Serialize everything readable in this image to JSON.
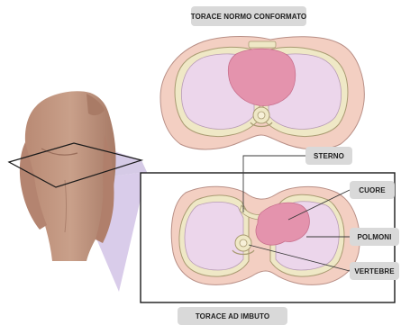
{
  "title_top": "TORACE NORMO CONFORMATO",
  "title_bottom": "TORACE AD IMBUTO",
  "labels": {
    "sternum": "STERNO",
    "heart": "CUORE",
    "lungs": "POLMONI",
    "vertebrae": "VERTEBRE"
  },
  "colors": {
    "skin_outline": "#f3cfc2",
    "chest_wall": "#e9b8aa",
    "lung": "#ecd6eb",
    "heart": "#e493ad",
    "rib": "#efe8c6",
    "projection": "#d2c3e6",
    "label_bg": "#d9d9d9"
  }
}
